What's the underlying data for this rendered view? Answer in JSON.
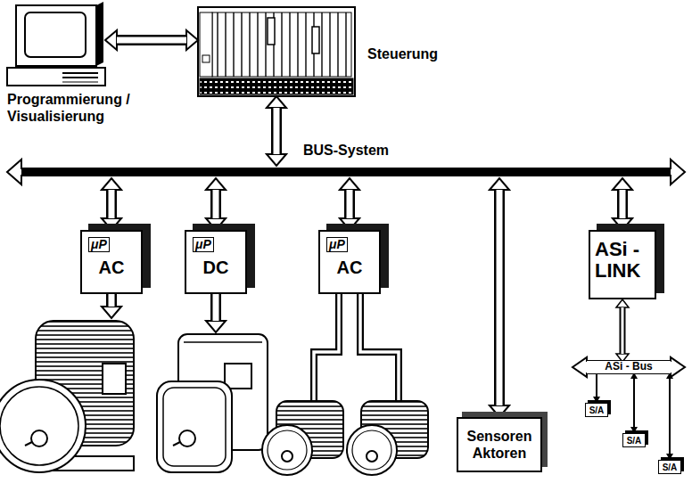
{
  "diagram": {
    "nodes": [
      {
        "text": [
          "Programmierung / Visualisierung"
        ]
      },
      {
        "text": [
          "Steuerung"
        ]
      },
      {
        "text": [
          "BUS-System"
        ]
      },
      {
        "text": [
          "μP",
          "AC"
        ]
      },
      {
        "text": [
          "μP",
          "DC"
        ]
      },
      {
        "text": [
          "μP",
          "AC"
        ]
      },
      {
        "text": [
          "Sensoren Aktoren"
        ]
      },
      {
        "text": [
          "ASi - LINK"
        ]
      },
      {
        "text": [
          "ASi - Bus"
        ]
      },
      {
        "text": [
          "S/A"
        ]
      },
      {
        "text": [
          "S/A"
        ]
      },
      {
        "text": [
          "S/A"
        ]
      }
    ],
    "edges": [
      {
        "from": 0,
        "to": 1,
        "arrow": "both"
      },
      {
        "from": 1,
        "to": 2,
        "arrow": "both"
      },
      {
        "from": 2,
        "to": 3,
        "arrow": "both"
      },
      {
        "from": 2,
        "to": 4,
        "arrow": "both"
      },
      {
        "from": 2,
        "to": 5,
        "arrow": "both"
      },
      {
        "from": 2,
        "to": 6,
        "arrow": "both"
      },
      {
        "from": 2,
        "to": 7,
        "arrow": "both"
      },
      {
        "from": 7,
        "to": 8,
        "arrow": "both"
      },
      {
        "from": 8,
        "to": 9,
        "arrow": "to"
      },
      {
        "from": 8,
        "to": 10,
        "arrow": "both"
      },
      {
        "from": 8,
        "to": 11,
        "arrow": "both"
      }
    ]
  }
}
